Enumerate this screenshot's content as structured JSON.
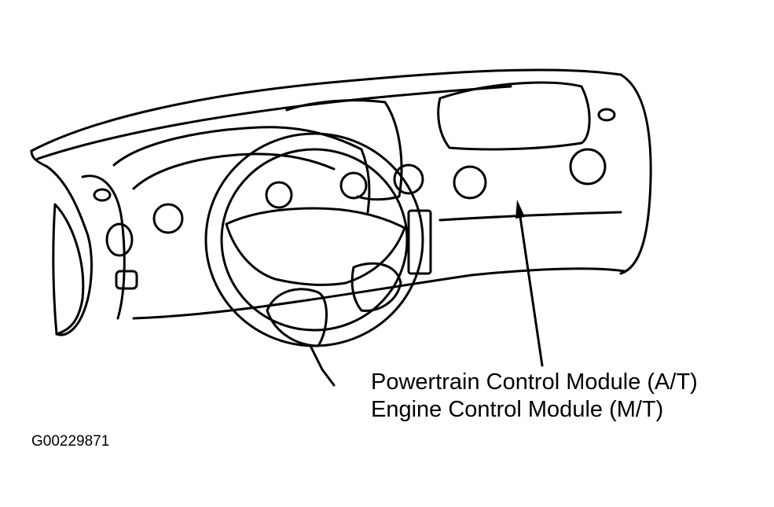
{
  "callout": {
    "line1": "Powertrain Control Module (A/T)",
    "line2": "Engine Control Module (M/T)"
  },
  "figure_id": "G00229871",
  "colors": {
    "line": "#000000",
    "background": "#ffffff"
  }
}
